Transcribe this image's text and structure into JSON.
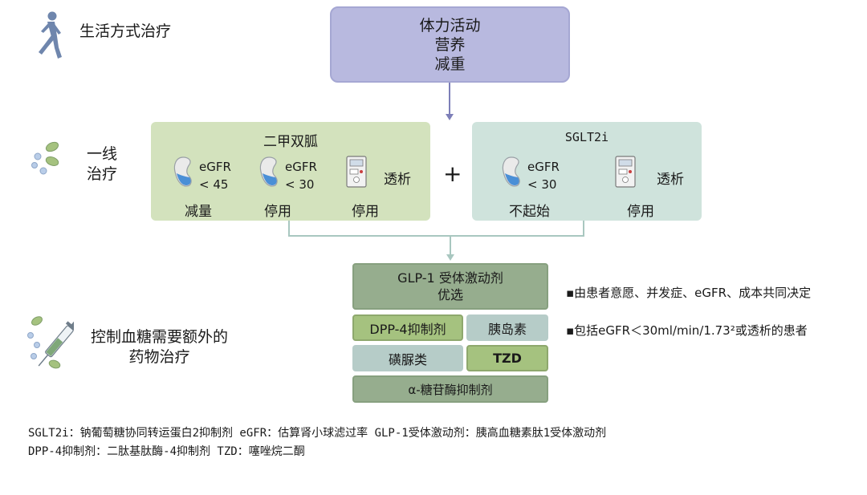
{
  "lifestyle": {
    "label": "生活方式治疗",
    "items": [
      "体力活动",
      "营养",
      "减重"
    ]
  },
  "first_line": {
    "label": [
      "一线",
      "治疗"
    ],
    "metformin": {
      "title": "二甲双胍",
      "egfr1": {
        "line1": "eGFR",
        "line2": "< 45",
        "action": "减量"
      },
      "egfr2": {
        "line1": "eGFR",
        "line2": "< 30",
        "action": "停用"
      },
      "dialysis": {
        "label": "透析",
        "action": "停用"
      }
    },
    "plus": "+",
    "sglt2i": {
      "title": "SGLT2i",
      "egfr": {
        "line1": "eGFR",
        "line2": "< 30",
        "action": "不起始"
      },
      "dialysis": {
        "label": "透析",
        "action": "停用"
      }
    }
  },
  "additional": {
    "label": [
      "控制血糖需要额外的",
      "药物治疗"
    ],
    "glp1": [
      "GLP-1 受体激动剂",
      "优选"
    ],
    "dpp4": "DPP-4抑制剂",
    "insulin": "胰岛素",
    "sulfonylurea": "磺脲类",
    "tzd": "TZD",
    "agi": "α-糖苷酶抑制剂",
    "note1": "▪由患者意愿、并发症、eGFR、成本共同决定",
    "note2": "▪包括eGFR＜30ml/min/1.73²或透析的患者"
  },
  "footnotes": [
    "SGLT2i：钠葡萄糖协同转运蛋白2抑制剂   eGFR：估算肾小球滤过率  GLP-1受体激动剂：胰高血糖素肽1受体激动剂",
    "DPP-4抑制剂：二肽基肽酶-4抑制剂   TZD：噻唑烷二酮"
  ],
  "colors": {
    "lifestyle": "#b8b9df",
    "metformin": "#d3e2bd",
    "sglt2i": "#cfe3dc",
    "glp1": "#96ad8e",
    "accent_green": "#a5c27f",
    "grey_green": "#b6ccc8",
    "runner": "#6f86ad"
  }
}
